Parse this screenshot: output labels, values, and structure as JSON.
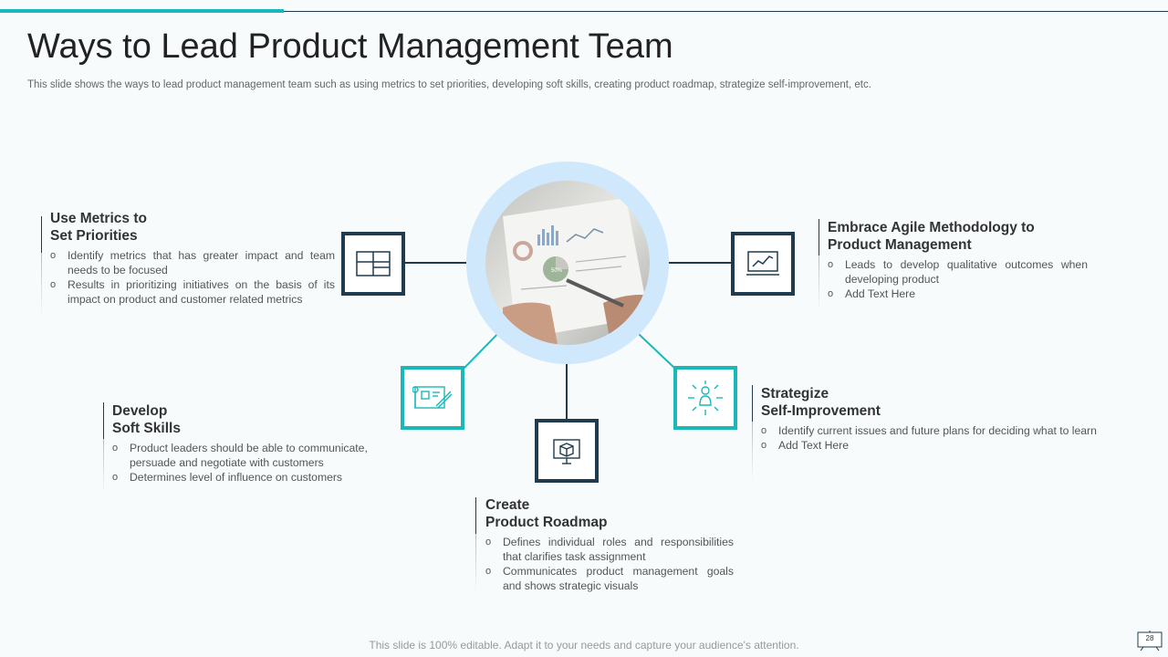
{
  "title": "Ways to Lead Product Management Team",
  "subtitle": "This slide shows the ways to lead product management team such as using metrics to set priorities, developing soft skills, creating product roadmap, strategize self-improvement, etc.",
  "center_image": {
    "pie_label": "50%"
  },
  "blocks": {
    "metrics": {
      "title1": "Use Metrics to",
      "title2": "Set Priorities",
      "points": [
        "Identify metrics that has greater impact and team needs to be focused",
        "Results in prioritizing initiatives on the basis of its impact on product and customer related metrics"
      ],
      "icon": "dashboard-layout-icon"
    },
    "agile": {
      "title1": "Embrace Agile Methodology to",
      "title2": "Product Management",
      "points": [
        "Leads to develop qualitative outcomes when developing product",
        "Add Text Here"
      ],
      "icon": "monitor-chart-icon"
    },
    "soft_skills": {
      "title1": "Develop",
      "title2": "Soft Skills",
      "points": [
        "Product leaders should be able to communicate, persuade and negotiate with customers",
        "Determines level of influence on customers"
      ],
      "icon": "blueprint-icon"
    },
    "roadmap": {
      "title1": "Create",
      "title2": "Product Roadmap",
      "points": [
        "Defines individual roles and responsibilities that clarifies task assignment",
        "Communicates product management goals and shows strategic visuals"
      ],
      "icon": "computer-box-icon"
    },
    "self_improvement": {
      "title1": "Strategize",
      "title2": "Self-Improvement",
      "points": [
        "Identify current issues and future plans for deciding what to learn",
        "Add Text Here"
      ],
      "icon": "person-arrows-icon"
    }
  },
  "footer": "This slide is 100% editable. Adapt it to your needs and capture your audience's attention.",
  "page_number": "28",
  "colors": {
    "teal": "#1ab8b8",
    "navy": "#1f3b4d",
    "circle_light": "#cfe8fb"
  }
}
